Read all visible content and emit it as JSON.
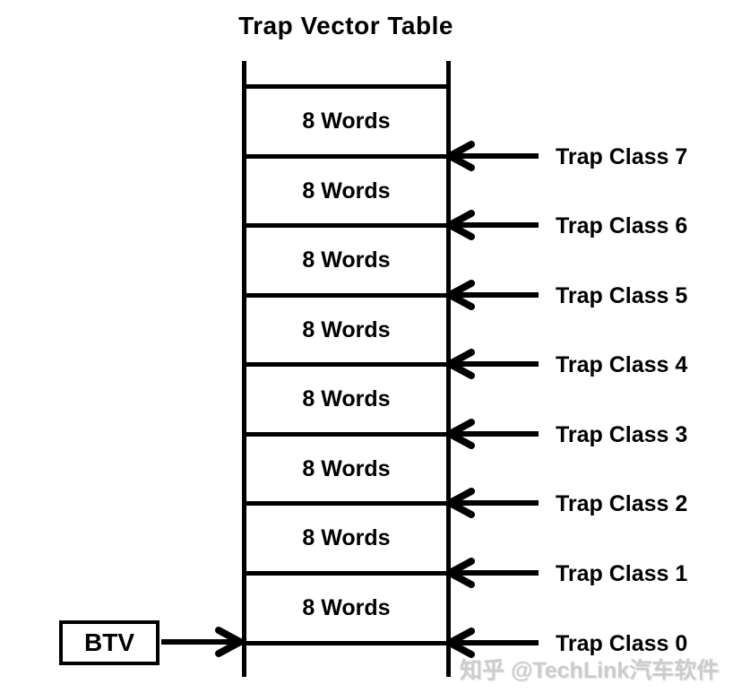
{
  "title": "Trap Vector Table",
  "table": {
    "rows": [
      "8 Words",
      "8 Words",
      "8 Words",
      "8 Words",
      "8 Words",
      "8 Words",
      "8 Words",
      "8 Words"
    ]
  },
  "trap_classes": [
    "Trap Class 7",
    "Trap Class 6",
    "Trap Class 5",
    "Trap Class 4",
    "Trap Class 3",
    "Trap Class 2",
    "Trap Class 1",
    "Trap Class 0"
  ],
  "btv": {
    "label": "BTV"
  },
  "watermark": "知乎 @TechLink汽车软件",
  "colors": {
    "line": "#000000",
    "background": "#ffffff",
    "watermark": "#cccccc"
  }
}
